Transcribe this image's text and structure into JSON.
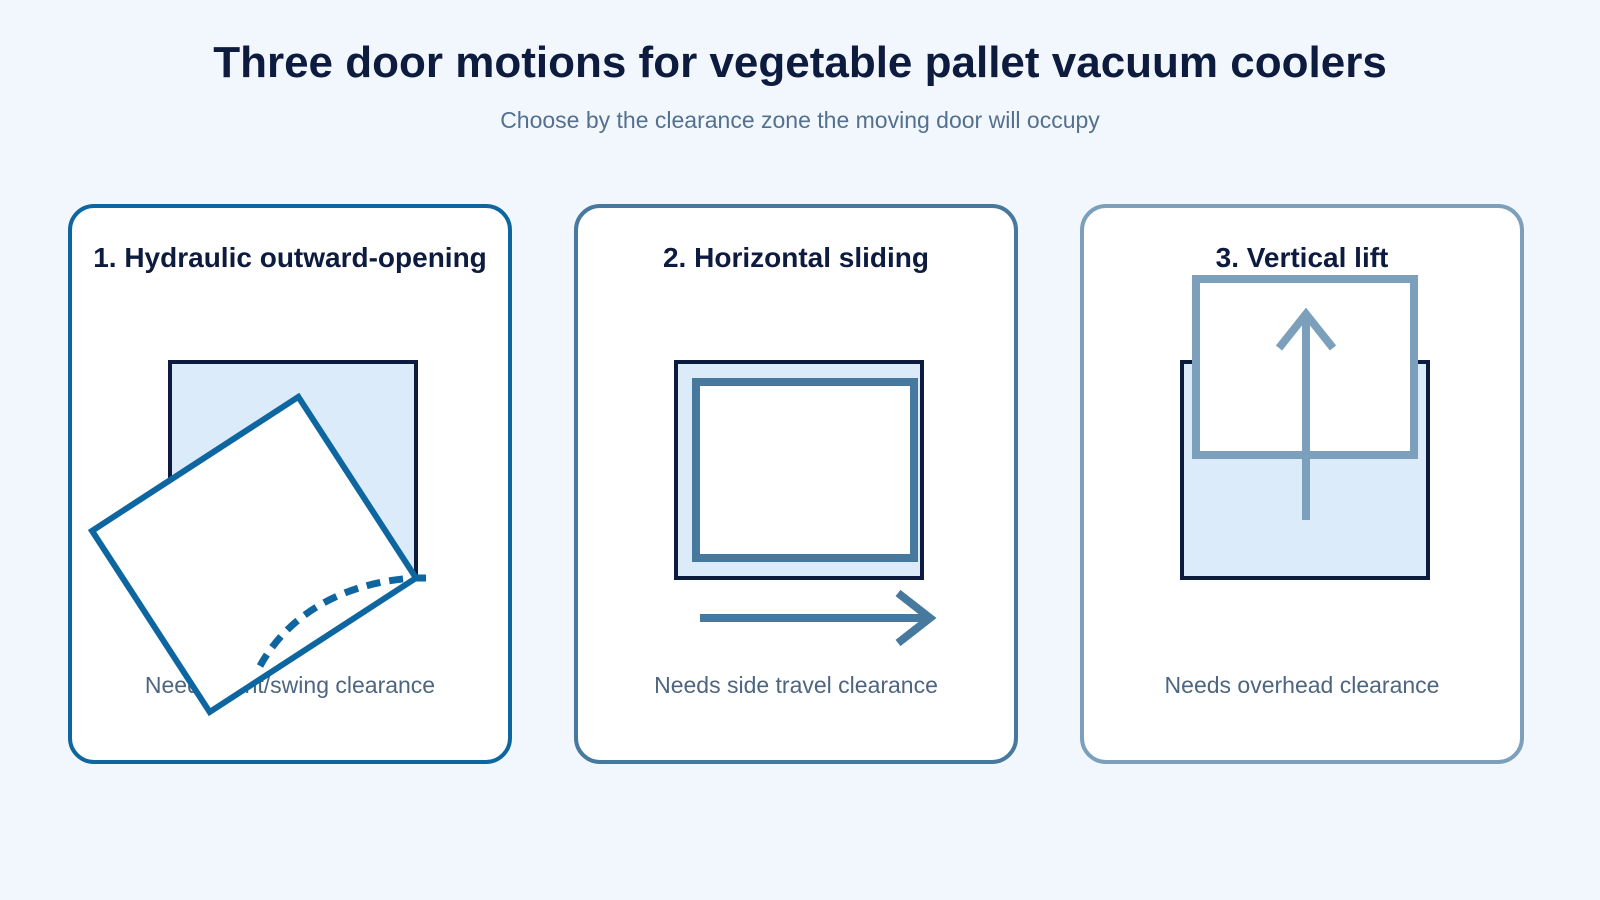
{
  "title": "Three door motions for vegetable pallet vacuum coolers",
  "subtitle": "Choose by the clearance zone the moving door will occupy",
  "cards": [
    {
      "title": "1. Hydraulic outward-opening",
      "note": "Needs front/swing clearance",
      "color": "#0e66a1"
    },
    {
      "title": "2. Horizontal sliding",
      "note": "Needs side travel clearance",
      "color": "#46799d"
    },
    {
      "title": "3. Vertical lift",
      "note": "Needs overhead clearance",
      "color": "#7ca0bb"
    }
  ],
  "colors": {
    "chamber_fill": "#dcebf9",
    "chamber_stroke": "#0d1b3e",
    "background": "#f2f7fd"
  }
}
